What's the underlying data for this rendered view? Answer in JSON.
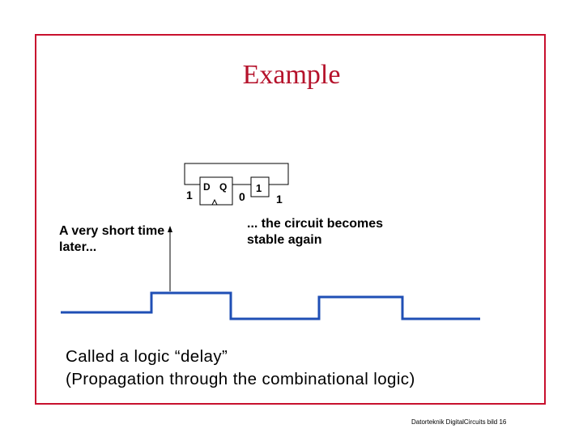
{
  "slide": {
    "title": "Example",
    "side_text": "A very short time later...",
    "note_text": "... the circuit becomes stable again",
    "caption_line1": "Called a logic “delay”",
    "caption_line2": "(Propagation through the combinational logic)",
    "footer": "Datorteknik DigitalCircuits bild 16"
  },
  "circuit": {
    "flipflop_input_label": "D",
    "flipflop_output_label": "Q",
    "input_value": "1",
    "q_value": "0",
    "inverter_label": "1",
    "inverter_output_value": "1"
  },
  "colors": {
    "frame": "#c8102e",
    "title": "#b5122b",
    "waveform": "#1f4fb5"
  }
}
